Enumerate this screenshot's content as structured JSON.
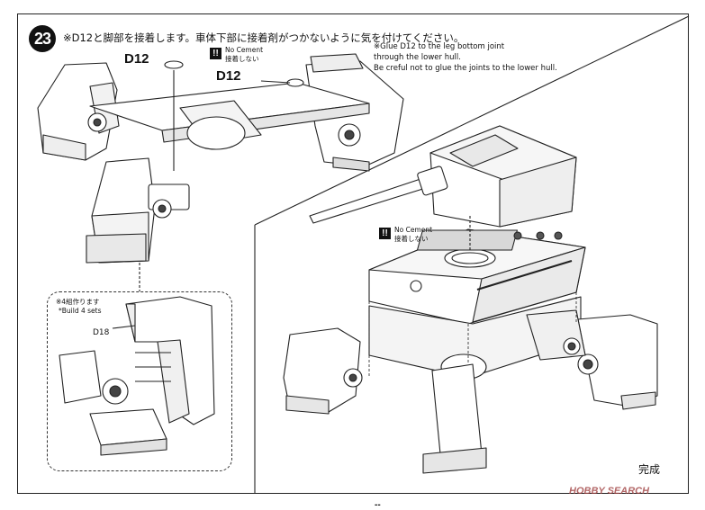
{
  "step": {
    "number": "23"
  },
  "instructions": {
    "jp": "※D12と脚部を接着します。車体下部に接着剤がつかないように気を付けてください。",
    "en_line1": "※Glue D12 to the leg bottom joint",
    "en_line2": "through the lower hull.",
    "en_line3": "Be creful not to glue the joints to the lower hull."
  },
  "parts": {
    "d12_a": "D12",
    "d12_b": "D12",
    "d18": "D18"
  },
  "no_cement": {
    "icon": "!!",
    "label_en": "No Cement",
    "label_jp": "接着しない",
    "label_en_2": "No Cement",
    "label_jp_2": "接着しない"
  },
  "inset": {
    "jp": "※4組作ります",
    "en": "*Build 4 sets"
  },
  "complete": "完成",
  "watermark": "HOBBY SEARCH",
  "footer_mark": "--"
}
